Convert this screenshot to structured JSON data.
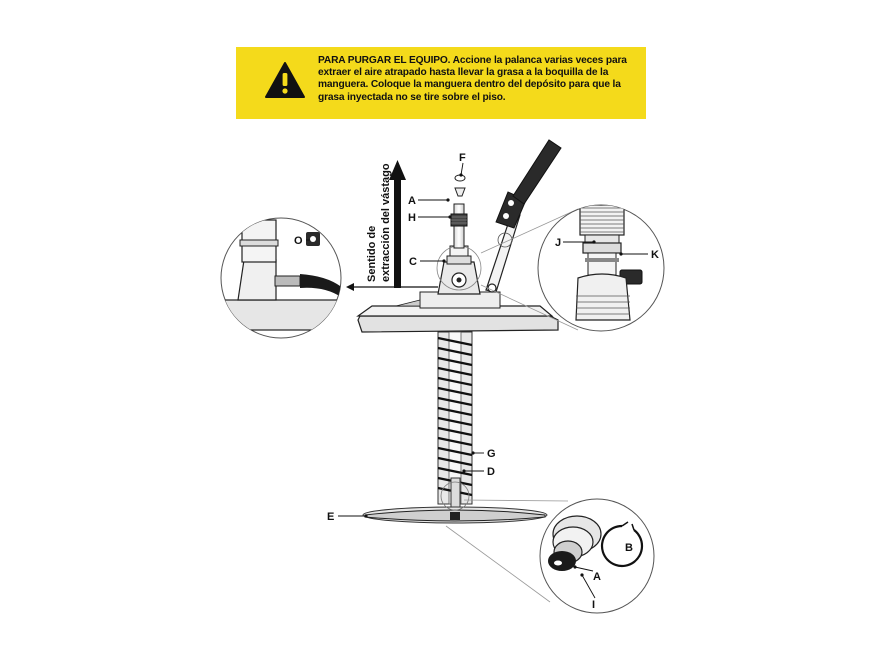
{
  "warning": {
    "title": "PARA PURGAR EL EQUIPO.",
    "body": " Accione la palanca varias veces para extraer el aire atrapado hasta llevar la grasa a la boquilla de la manguera. Coloque la manguera dentro del depósito para que la grasa inyectada no se tire sobre el piso.",
    "icon": "warning-triangle-icon",
    "background_color": "#f4da1b"
  },
  "direction_label": {
    "line1": "Sentido de",
    "line2": "extracción del vástago"
  },
  "labels": {
    "A": "A",
    "B": "B",
    "C": "C",
    "D": "D",
    "E": "E",
    "F": "F",
    "G": "G",
    "H": "H",
    "I": "I",
    "J": "J",
    "K": "K",
    "O": "O",
    "A2": "A"
  }
}
